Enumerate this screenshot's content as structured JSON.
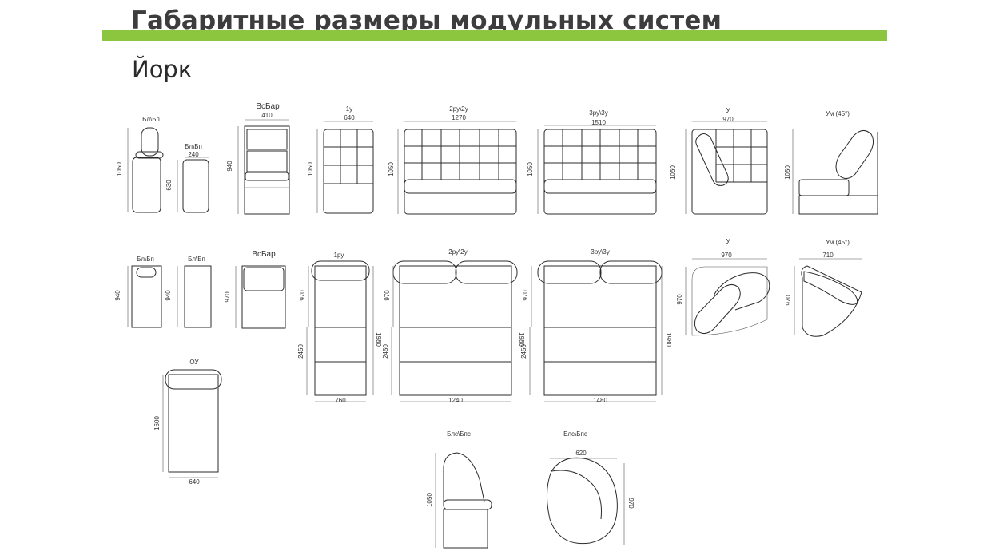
{
  "header": {
    "title": "Габаритные размеры модульных систем",
    "subtitle": "Йорк"
  },
  "colors": {
    "accent_bar": "#8cc63f"
  },
  "row1": {
    "blbp1_name": "Бл\\Бп",
    "blbp1_height": "1050",
    "blbp2_name": "Бл\\Бп",
    "blbp2_width": "240",
    "blbp2_height": "630",
    "vsbar_name": "ВсБар",
    "vsbar_width": "410",
    "vsbar_height": "940",
    "m1y_name": "1у",
    "m1y_width": "640",
    "m1y_height": "1050",
    "m2ry_name": "2ру\\2у",
    "m2ry_width": "1270",
    "m2ry_height": "1050",
    "m3ry_name": "3ру\\3у",
    "m3ry_width": "1510",
    "m3ry_height": "1050",
    "y_name": "У",
    "y_width": "970",
    "y_height": "1050",
    "ym_name": "Ум (45°)",
    "ym_height": "1050"
  },
  "row2": {
    "blbp1_name": "Бл\\Бп",
    "blbp1_height": "940",
    "blbp2_name": "Бл\\Бп",
    "blbp2_height": "940",
    "vsbar_name": "ВсБар",
    "vsbar_height": "970",
    "m1ry_name": "1ру",
    "m1ry_height_top": "970",
    "m1ry_height_total": "2450",
    "m1ry_height_right": "1980",
    "m1ry_width": "760",
    "m2ry_name": "2ру\\2у",
    "m2ry_height_top": "970",
    "m2ry_height_total": "2450",
    "m2ry_height_right": "1980",
    "m2ry_width": "1240",
    "m3ry_name": "3ру\\3у",
    "m3ry_height_top": "970",
    "m3ry_height_total": "2450",
    "m3ry_height_right": "1980",
    "m3ry_width": "1480",
    "y_name": "У",
    "y_width": "970",
    "y_height": "970",
    "ym_name": "Ум (45°)",
    "ym_width": "710",
    "ym_height": "970"
  },
  "row3": {
    "oy_name": "ОУ",
    "oy_height": "1600",
    "oy_width": "640",
    "blsbps1_name": "Блс\\Бпс",
    "blsbps1_height": "1050",
    "blsbps2_name": "Блс\\Бпс",
    "blsbps2_width": "620",
    "blsbps2_height": "970"
  }
}
